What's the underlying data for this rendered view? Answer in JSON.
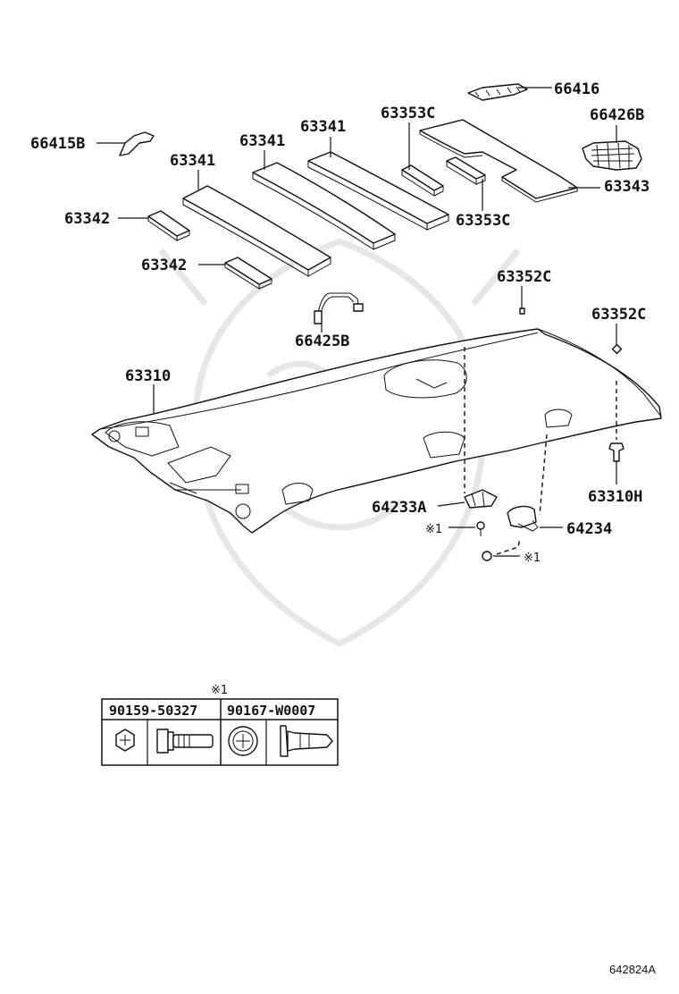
{
  "labels": {
    "p66416": "66416",
    "p66415B": "66415B",
    "p66426B": "66426B",
    "p63353C_top": "63353C",
    "p63341_a": "63341",
    "p63341_b": "63341",
    "p63341_c": "63341",
    "p63343": "63343",
    "p63342_a": "63342",
    "p63353C_bottom": "63353C",
    "p63342_b": "63342",
    "p63352C_a": "63352C",
    "p66425B": "66425B",
    "p63352C_b": "63352C",
    "p63310": "63310",
    "p64233A": "64233A",
    "p64234": "64234",
    "p63310H": "63310H"
  },
  "note_marks": {
    "screw_1": "※1",
    "screw_2": "※1",
    "table_header": "※1"
  },
  "fastener_table": {
    "col1_part": "90159-50327",
    "col2_part": "90167-W0007"
  },
  "diagram_id": "642824A"
}
